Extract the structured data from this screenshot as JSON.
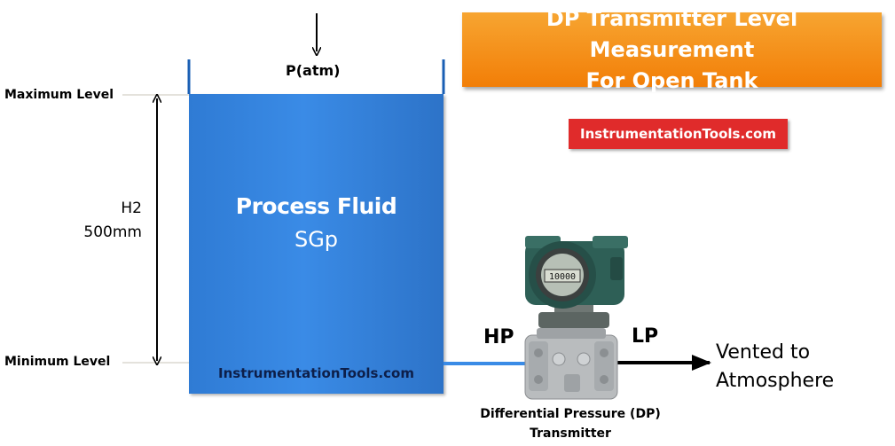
{
  "title": {
    "line1": "DP Transmitter Level Measurement",
    "line2": "For Open Tank"
  },
  "brand": "InstrumentationTools.com",
  "tank": {
    "pressure_label": "P(atm)",
    "fluid_name": "Process Fluid",
    "fluid_sg": "SGp",
    "brand": "InstrumentationTools.com"
  },
  "levels": {
    "maximum": "Maximum Level",
    "minimum": "Minimum Level",
    "height_name": "H2",
    "height_value": "500mm"
  },
  "transmitter": {
    "hp": "HP",
    "lp": "LP",
    "display": "10000",
    "label_line1": "Differential Pressure (DP)",
    "label_line2": "Transmitter"
  },
  "vent": {
    "line1": "Vented to",
    "line2": "Atmosphere"
  },
  "colors": {
    "tank": "#3a8be6",
    "title_bg": "#f5900f",
    "brand_bg": "#e02b2b",
    "transmitter_body": "#2e5f56"
  }
}
